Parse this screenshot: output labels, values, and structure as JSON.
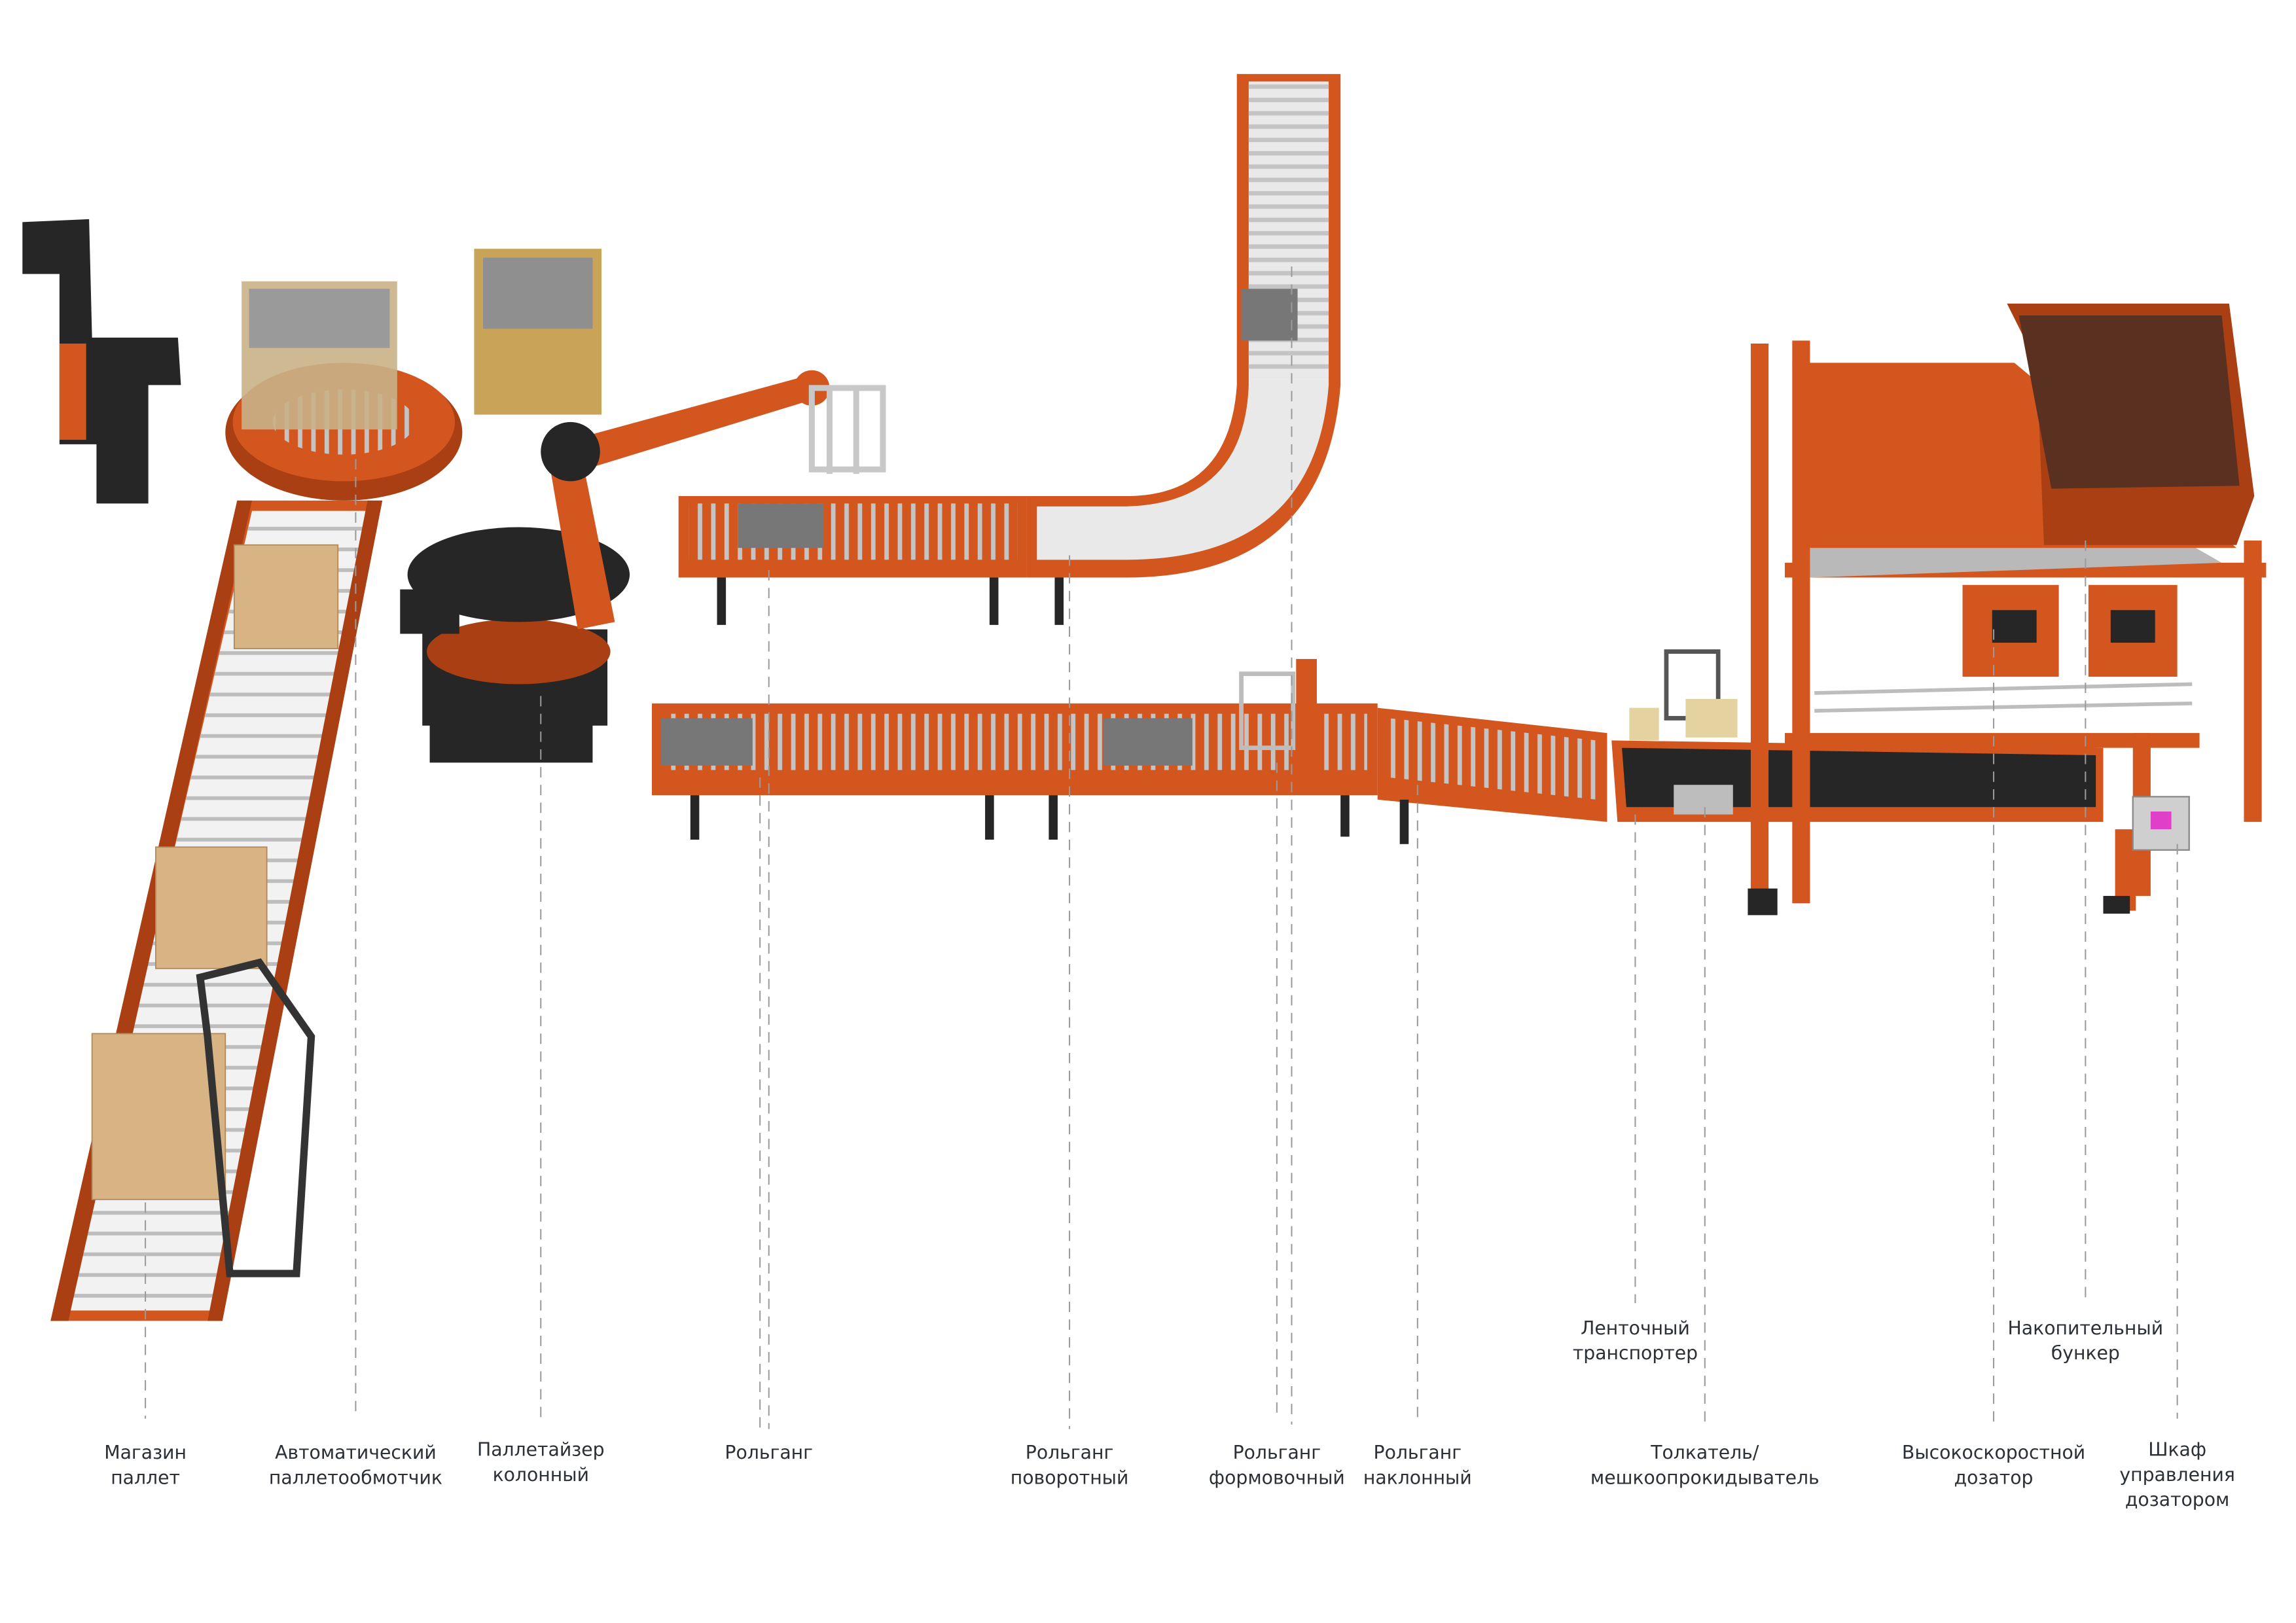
{
  "labels": {
    "pallet_magazine": [
      "Магазин",
      "паллет"
    ],
    "pallet_wrapper": [
      "Автоматический",
      "паллетообмотчик"
    ],
    "column_palletizer": [
      "Паллетайзер",
      "колонный"
    ],
    "roller_conveyor": [
      "Рольганг"
    ],
    "turning_roller_conveyor": [
      "Рольганг",
      "поворотный"
    ],
    "forming_roller_conveyor": [
      "Рольганг",
      "формовочный"
    ],
    "inclined_roller_conveyor": [
      "Рольганг",
      "наклонный"
    ],
    "belt_conveyor": [
      "Ленточный",
      "транспортер"
    ],
    "pusher_bag_flattener": [
      "Толкатель/",
      "мешкоопрокидыватель"
    ],
    "high_speed_doser": [
      "Высокоскоростной",
      "дозатор"
    ],
    "storage_hopper": [
      "Накопительный",
      "бункер"
    ],
    "doser_control_cabinet": [
      "Шкаф",
      "управления",
      "дозатором"
    ]
  },
  "colors": {
    "frame": "#d4561f",
    "frame_dark": "#a93f12",
    "machine_dark": "#262626",
    "rollers": "#b9b9b9",
    "pallet_wood": "#d8b383",
    "label_text": "#2b2f36",
    "cabinet_screen": "#e040c8"
  }
}
